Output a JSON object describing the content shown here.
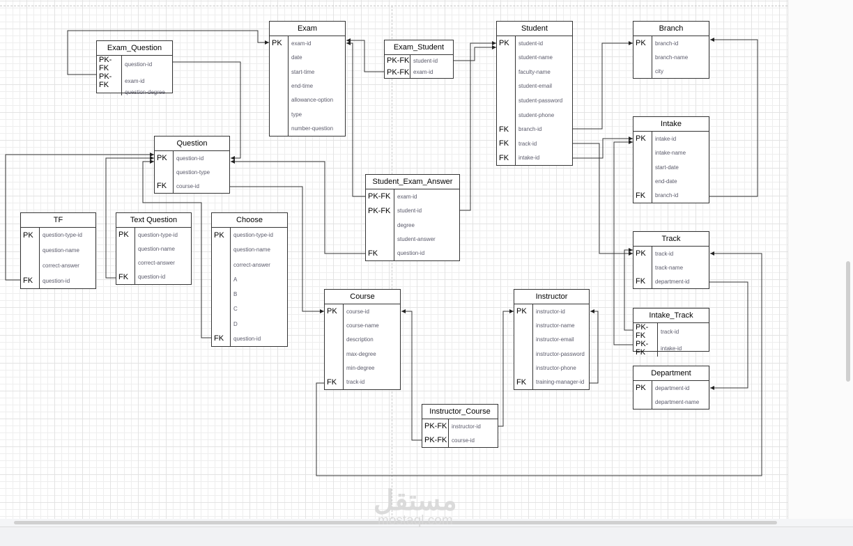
{
  "entities": [
    {
      "id": "exam_question",
      "title": "Exam_Question",
      "rows": [
        [
          "PK-FK",
          "question-id"
        ],
        [
          "PK-FK",
          "exam-id"
        ],
        [
          "",
          "question-degree"
        ]
      ]
    },
    {
      "id": "exam",
      "title": "Exam",
      "rows": [
        [
          "PK",
          "exam-id"
        ],
        [
          "",
          "date"
        ],
        [
          "",
          "start-time"
        ],
        [
          "",
          "end-time"
        ],
        [
          "",
          "allowance-option"
        ],
        [
          "",
          "type"
        ],
        [
          "",
          "number-question"
        ]
      ]
    },
    {
      "id": "exam_student",
      "title": "Exam_Student",
      "rows": [
        [
          "PK-FK",
          "student-id"
        ],
        [
          "PK-FK",
          "exam-id"
        ]
      ]
    },
    {
      "id": "student",
      "title": "Student",
      "rows": [
        [
          "PK",
          "student-id"
        ],
        [
          "",
          "student-name"
        ],
        [
          "",
          "faculty-name"
        ],
        [
          "",
          "student-email"
        ],
        [
          "",
          "student-password"
        ],
        [
          "",
          "student-phone"
        ],
        [
          "FK",
          "branch-id"
        ],
        [
          "FK",
          "track-id"
        ],
        [
          "FK",
          "intake-id"
        ]
      ]
    },
    {
      "id": "branch",
      "title": "Branch",
      "rows": [
        [
          "PK",
          "branch-id"
        ],
        [
          "",
          "branch-name"
        ],
        [
          "",
          "city"
        ]
      ]
    },
    {
      "id": "intake",
      "title": "Intake",
      "rows": [
        [
          "PK",
          "intake-id"
        ],
        [
          "",
          "intake-name"
        ],
        [
          "",
          "start-date"
        ],
        [
          "",
          "end-date"
        ],
        [
          "FK",
          "branch-id"
        ]
      ]
    },
    {
      "id": "question",
      "title": "Question",
      "rows": [
        [
          "PK",
          "question-id"
        ],
        [
          "",
          "question-type"
        ],
        [
          "FK",
          "course-id"
        ]
      ]
    },
    {
      "id": "student_exam_answer",
      "title": "Student_Exam_Answer",
      "rows": [
        [
          "PK-FK",
          "exam-id"
        ],
        [
          "PK-FK",
          "student-id"
        ],
        [
          "",
          "degree"
        ],
        [
          "",
          "student-answer"
        ],
        [
          "FK",
          "question-id"
        ]
      ]
    },
    {
      "id": "tf",
      "title": "TF",
      "rows": [
        [
          "PK",
          "question-type-id"
        ],
        [
          "",
          "question-name"
        ],
        [
          "",
          "correct-answer"
        ],
        [
          "FK",
          "question-id"
        ]
      ]
    },
    {
      "id": "text_question",
      "title": "Text Question",
      "rows": [
        [
          "PK",
          "question-type-id"
        ],
        [
          "",
          "question-name"
        ],
        [
          "",
          "correct-answer"
        ],
        [
          "FK",
          "question-id"
        ]
      ]
    },
    {
      "id": "choose",
      "title": "Choose",
      "rows": [
        [
          "PK",
          "question-type-id"
        ],
        [
          "",
          "question-name"
        ],
        [
          "",
          "correct-answer"
        ],
        [
          "",
          "A"
        ],
        [
          "",
          "B"
        ],
        [
          "",
          "C"
        ],
        [
          "",
          "D"
        ],
        [
          "FK",
          "question-id"
        ]
      ]
    },
    {
      "id": "track",
      "title": "Track",
      "rows": [
        [
          "PK",
          "track-id"
        ],
        [
          "",
          "track-name"
        ],
        [
          "FK",
          "department-id"
        ]
      ]
    },
    {
      "id": "course",
      "title": "Course",
      "rows": [
        [
          "PK",
          "course-id"
        ],
        [
          "",
          "course-name"
        ],
        [
          "",
          "description"
        ],
        [
          "",
          "max-degree"
        ],
        [
          "",
          "min-degree"
        ],
        [
          "FK",
          "track-id"
        ]
      ]
    },
    {
      "id": "instructor",
      "title": "Instructor",
      "rows": [
        [
          "PK",
          "instructor-id"
        ],
        [
          "",
          "instructor-name"
        ],
        [
          "",
          "instructor-email"
        ],
        [
          "",
          "instructor-password"
        ],
        [
          "",
          "instructor-phone"
        ],
        [
          "FK",
          "training-manager-id"
        ]
      ]
    },
    {
      "id": "intake_track",
      "title": "Intake_Track",
      "rows": [
        [
          "PK-FK",
          "track-id"
        ],
        [
          "PK-FK",
          "intake-id"
        ]
      ]
    },
    {
      "id": "department",
      "title": "Department",
      "rows": [
        [
          "PK",
          "department-id"
        ],
        [
          "",
          "department-name"
        ]
      ]
    },
    {
      "id": "instructor_course",
      "title": "Instructor_Course",
      "rows": [
        [
          "PK-FK",
          "instructor-id"
        ],
        [
          "PK-FK",
          "course-id"
        ]
      ]
    }
  ],
  "relationships": [
    {
      "from": "exam_question.exam-id",
      "to": "exam.exam-id"
    },
    {
      "from": "exam_question.question-id",
      "to": "question.question-id"
    },
    {
      "from": "exam_student.exam-id",
      "to": "exam.exam-id"
    },
    {
      "from": "student_exam_answer.exam-id",
      "to": "exam.exam-id"
    },
    {
      "from": "exam_student.student-id",
      "to": "student.student-id"
    },
    {
      "from": "student_exam_answer.student-id",
      "to": "student.student-id"
    },
    {
      "from": "question.course-id",
      "to": "course.course-id"
    },
    {
      "from": "student_exam_answer.question-id",
      "to": "question.question-id"
    },
    {
      "from": "tf.question-id",
      "to": "question.question-id"
    },
    {
      "from": "text_question.question-id",
      "to": "question.question-id"
    },
    {
      "from": "choose.question-id",
      "to": "question.question-id"
    },
    {
      "from": "student.branch-id",
      "to": "branch.branch-id"
    },
    {
      "from": "student.track-id",
      "to": "track.track-id"
    },
    {
      "from": "student.intake-id",
      "to": "intake.intake-id"
    },
    {
      "from": "intake.branch-id",
      "to": "branch.branch-id"
    },
    {
      "from": "intake_track.track-id",
      "to": "track.track-id"
    },
    {
      "from": "intake_track.intake-id",
      "to": "intake.intake-id"
    },
    {
      "from": "track.department-id",
      "to": "department.department-id"
    },
    {
      "from": "course.track-id",
      "to": "track.track-id"
    },
    {
      "from": "instructor_course.instructor-id",
      "to": "instructor.instructor-id"
    },
    {
      "from": "instructor_course.course-id",
      "to": "course.course-id"
    },
    {
      "from": "instructor.training-manager-id",
      "to": "instructor.instructor-id"
    }
  ],
  "watermark": {
    "arabic": "مستقل",
    "latin": "mostaql.com"
  },
  "colors": {
    "line": "#333333",
    "field_text": "#5a5a6a"
  }
}
